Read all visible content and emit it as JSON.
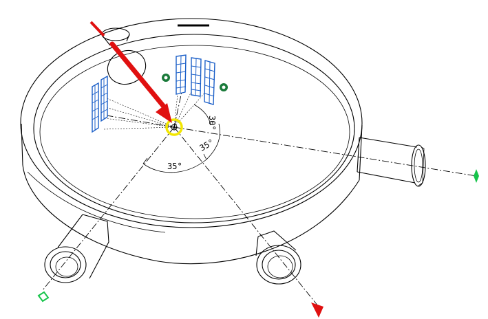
{
  "dimensions": {
    "angle_front": "35°",
    "angle_right": "35°",
    "angle_upper": "30°"
  },
  "colors": {
    "arrow": "#e01010",
    "panels": "#1b5fc8",
    "markers": "#1a7a3a",
    "target_ring": "#f2e600",
    "green_marker": "#17c44b"
  },
  "icons": {
    "beam_arrow": "red-arrow-icon",
    "target": "target-ring-icon",
    "sensor_marker": "sensor-dot-icon",
    "port_marker": "diamond-marker-icon"
  }
}
